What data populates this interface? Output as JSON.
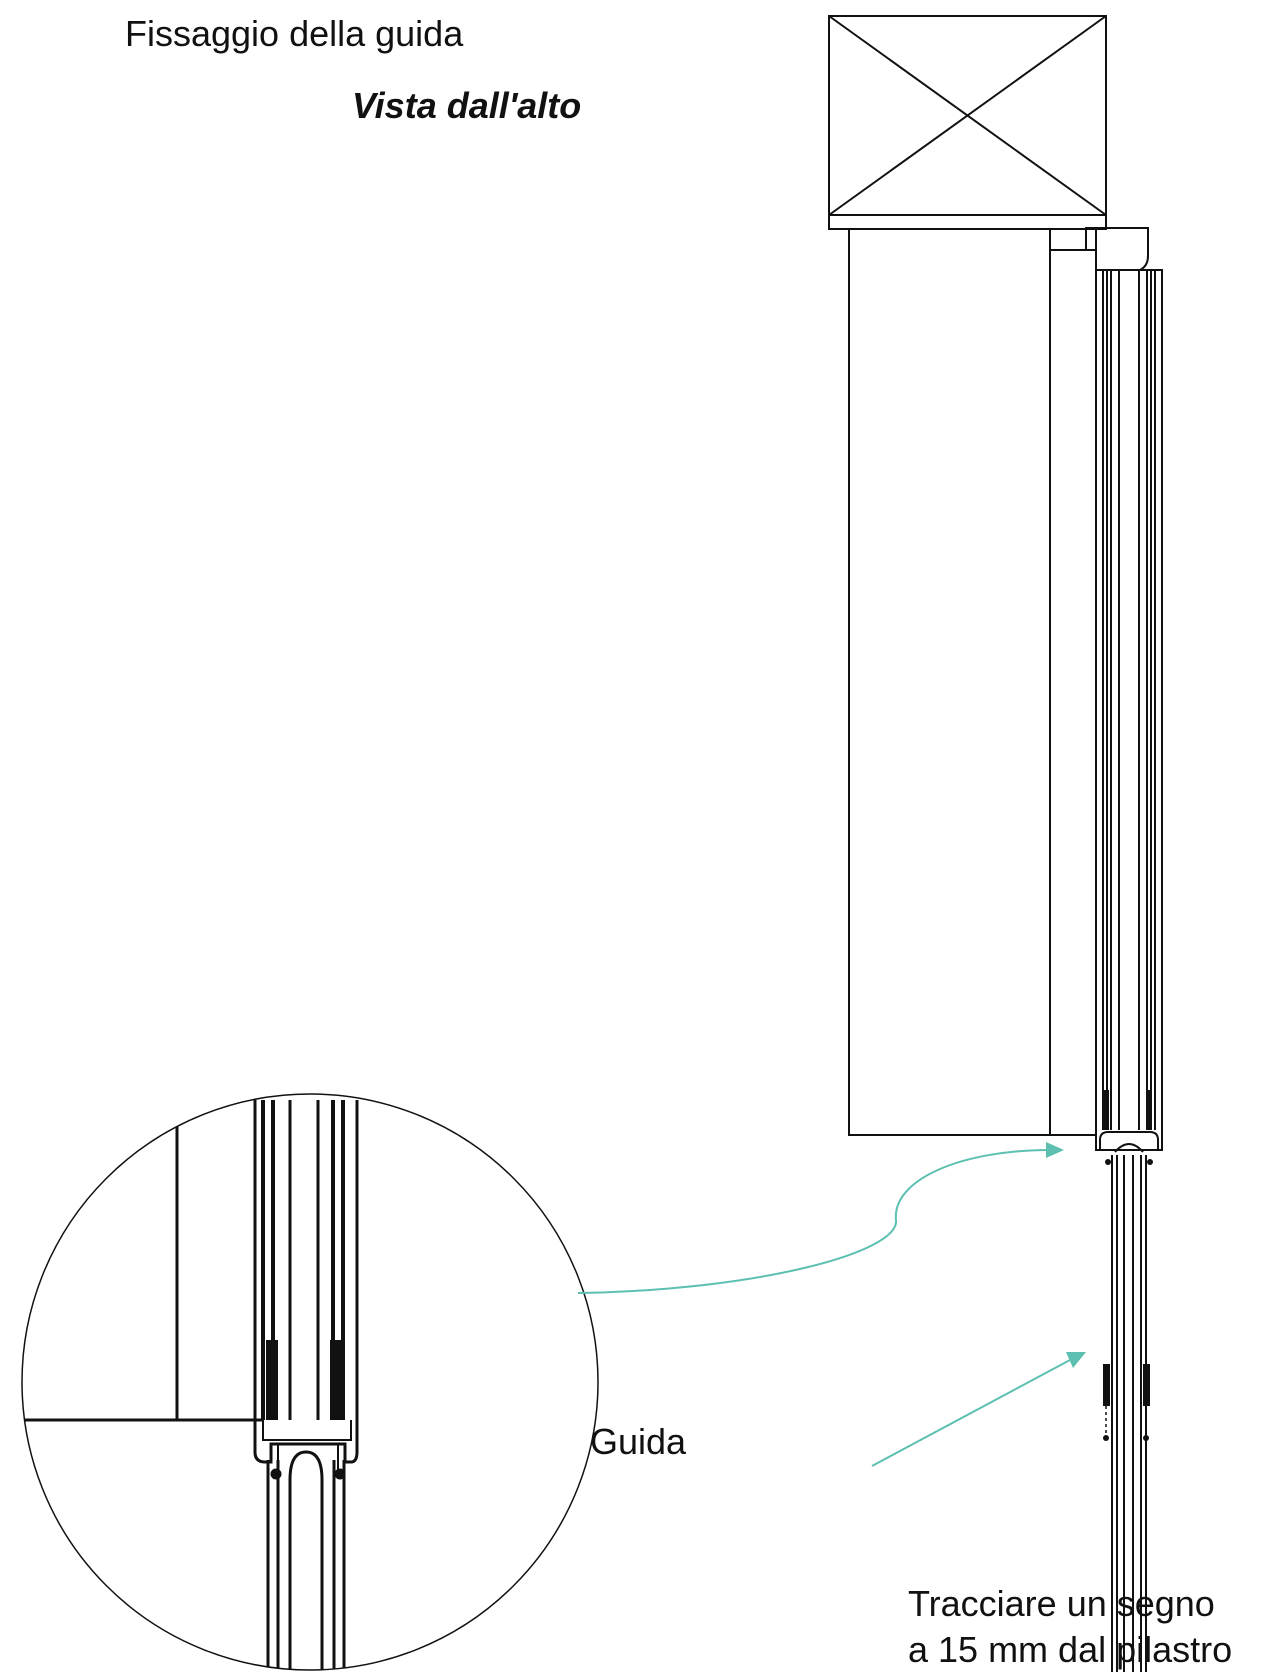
{
  "title": "Fissaggio della guida",
  "subtitle": "Vista dall'alto",
  "labels": {
    "guida": "Guida",
    "instruction_line1": "Tracciare un segno",
    "instruction_line2": "a 15 mm dal pilastro"
  },
  "colors": {
    "line": "#111111",
    "arrow": "#5cbfb0",
    "background": "#ffffff"
  }
}
